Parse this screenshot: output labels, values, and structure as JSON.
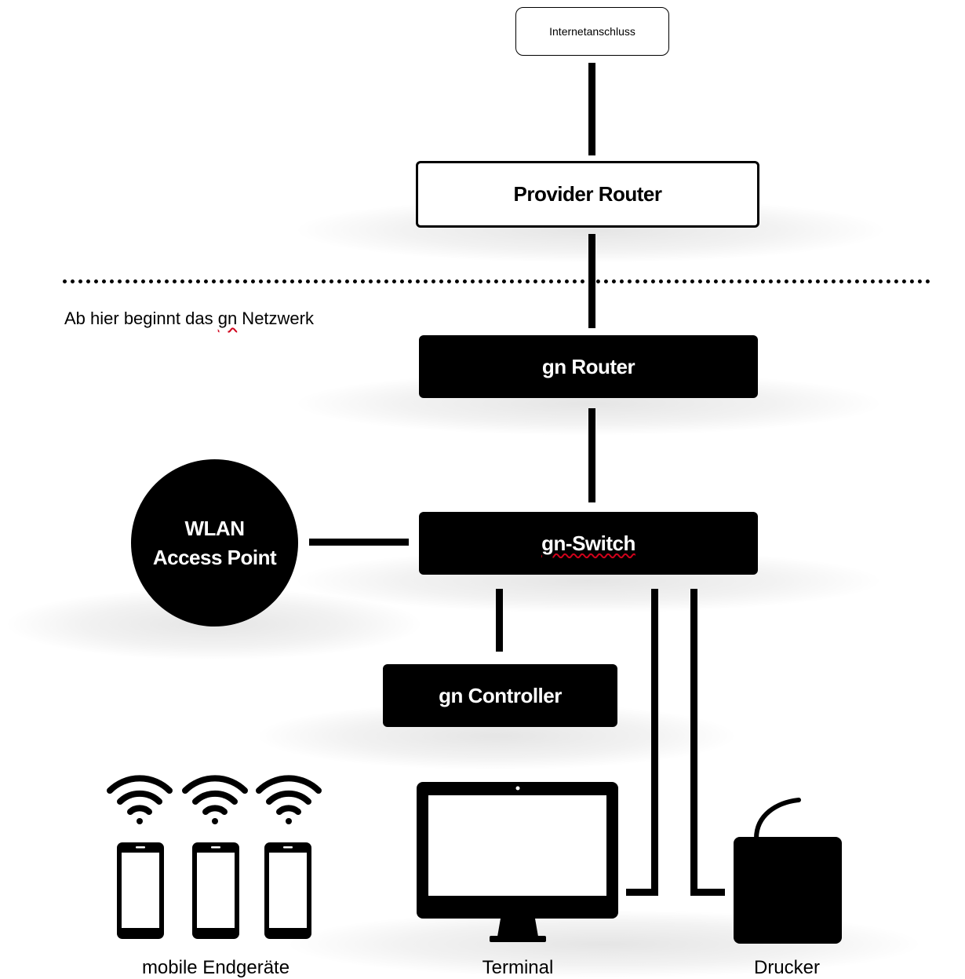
{
  "nodes": {
    "internet": "Internetanschluss",
    "provider_router": "Provider Router",
    "gn_router": "gn Router",
    "gn_switch": "gn-Switch",
    "wlan_line1": "WLAN",
    "wlan_line2": "Access Point",
    "gn_controller": "gn Controller"
  },
  "network_note": {
    "prefix": "Ab hier beginnt das ",
    "brand": "gn",
    "suffix": " Netzwerk"
  },
  "devices": {
    "mobile": "mobile Endgeräte",
    "terminal": "Terminal",
    "printer": "Drucker"
  },
  "colors": {
    "box": "#000000",
    "box_text": "#ffffff",
    "spellcheck_underline": "#d0021b"
  },
  "icons": [
    "wifi-icon",
    "smartphone-icon",
    "monitor-icon",
    "printer-icon"
  ]
}
